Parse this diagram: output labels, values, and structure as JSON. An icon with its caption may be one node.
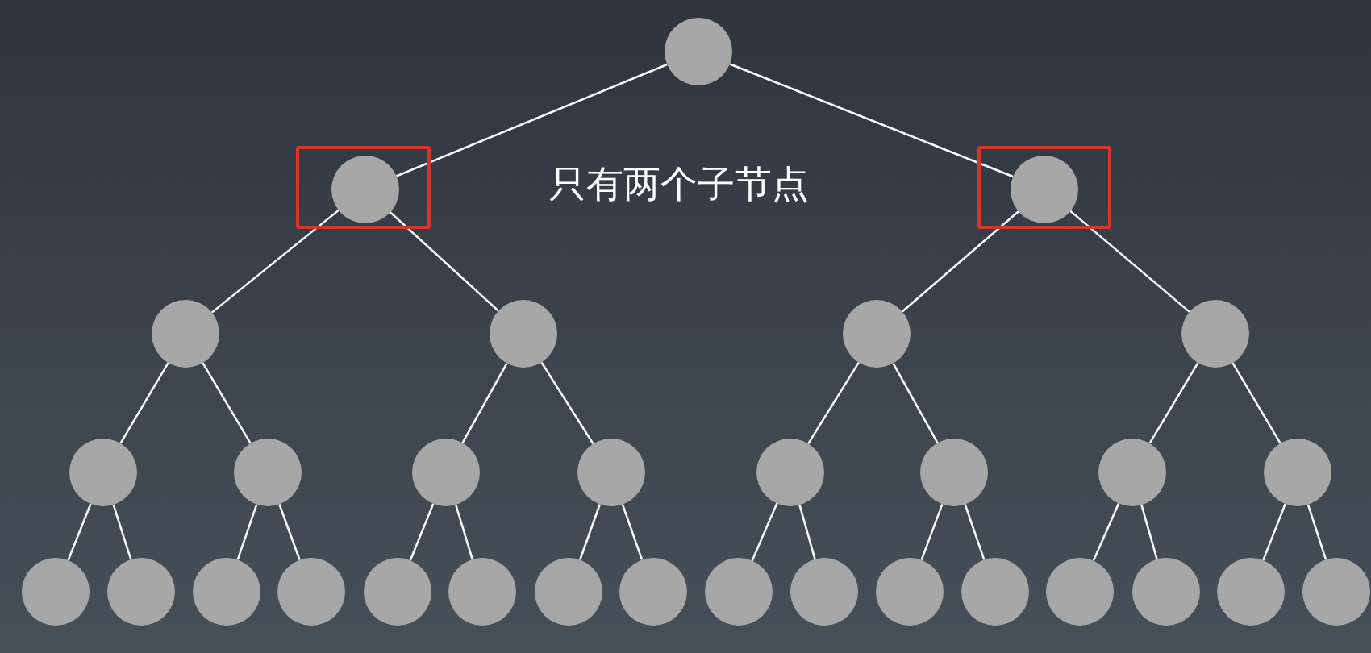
{
  "diagram": {
    "nodes": [
      {
        "text": [],
        "shape": "circle"
      },
      {
        "text": [],
        "shape": "box"
      },
      {
        "text": [],
        "shape": "circle",
        "in": 1
      },
      {
        "text": [],
        "shape": "box"
      },
      {
        "text": [],
        "shape": "circle",
        "in": 3
      },
      {
        "text": [],
        "shape": "circle"
      },
      {
        "text": [],
        "shape": "circle"
      },
      {
        "text": [],
        "shape": "circle"
      },
      {
        "text": [],
        "shape": "circle"
      },
      {
        "text": [],
        "shape": "circle"
      },
      {
        "text": [],
        "shape": "circle"
      },
      {
        "text": [],
        "shape": "circle"
      },
      {
        "text": [],
        "shape": "circle"
      },
      {
        "text": [],
        "shape": "circle"
      },
      {
        "text": [],
        "shape": "circle"
      },
      {
        "text": [],
        "shape": "circle"
      },
      {
        "text": [],
        "shape": "circle"
      },
      {
        "text": [],
        "shape": "circle"
      },
      {
        "text": [],
        "shape": "circle"
      },
      {
        "text": [],
        "shape": "circle"
      },
      {
        "text": [],
        "shape": "circle"
      },
      {
        "text": [],
        "shape": "circle"
      },
      {
        "text": [],
        "shape": "circle"
      },
      {
        "text": [],
        "shape": "circle"
      },
      {
        "text": [],
        "shape": "circle"
      },
      {
        "text": [],
        "shape": "circle"
      },
      {
        "text": [],
        "shape": "circle"
      },
      {
        "text": [],
        "shape": "circle"
      },
      {
        "text": [],
        "shape": "circle"
      },
      {
        "text": [],
        "shape": "circle"
      },
      {
        "text": [],
        "shape": "circle"
      },
      {
        "text": [],
        "shape": "circle"
      },
      {
        "text": [],
        "shape": "circle"
      }
    ],
    "edges": [
      {
        "from": 0,
        "to": 2,
        "arrow": "none"
      },
      {
        "from": 0,
        "to": 4,
        "arrow": "none"
      },
      {
        "from": 2,
        "to": 5,
        "arrow": "none"
      },
      {
        "from": 2,
        "to": 6,
        "arrow": "none"
      },
      {
        "from": 4,
        "to": 7,
        "arrow": "none"
      },
      {
        "from": 4,
        "to": 8,
        "arrow": "none"
      },
      {
        "from": 5,
        "to": 9,
        "arrow": "none"
      },
      {
        "from": 5,
        "to": 10,
        "arrow": "none"
      },
      {
        "from": 6,
        "to": 11,
        "arrow": "none"
      },
      {
        "from": 6,
        "to": 12,
        "arrow": "none"
      },
      {
        "from": 7,
        "to": 13,
        "arrow": "none"
      },
      {
        "from": 7,
        "to": 14,
        "arrow": "none"
      },
      {
        "from": 8,
        "to": 15,
        "arrow": "none"
      },
      {
        "from": 8,
        "to": 16,
        "arrow": "none"
      },
      {
        "from": 9,
        "to": 17,
        "arrow": "none"
      },
      {
        "from": 9,
        "to": 18,
        "arrow": "none"
      },
      {
        "from": 10,
        "to": 19,
        "arrow": "none"
      },
      {
        "from": 10,
        "to": 20,
        "arrow": "none"
      },
      {
        "from": 11,
        "to": 21,
        "arrow": "none"
      },
      {
        "from": 11,
        "to": 22,
        "arrow": "none"
      },
      {
        "from": 12,
        "to": 23,
        "arrow": "none"
      },
      {
        "from": 12,
        "to": 24,
        "arrow": "none"
      },
      {
        "from": 13,
        "to": 25,
        "arrow": "none"
      },
      {
        "from": 13,
        "to": 26,
        "arrow": "none"
      },
      {
        "from": 14,
        "to": 27,
        "arrow": "none"
      },
      {
        "from": 14,
        "to": 28,
        "arrow": "none"
      },
      {
        "from": 15,
        "to": 29,
        "arrow": "none"
      },
      {
        "from": 15,
        "to": 30,
        "arrow": "none"
      },
      {
        "from": 16,
        "to": 31,
        "arrow": "none"
      },
      {
        "from": 16,
        "to": 32,
        "arrow": "none"
      }
    ],
    "labels": [
      "只有两个子节点"
    ]
  }
}
